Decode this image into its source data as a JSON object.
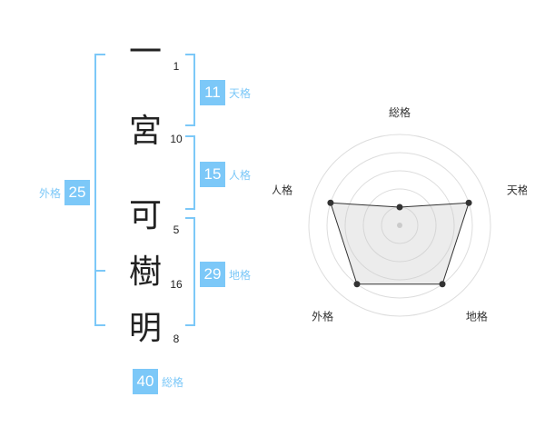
{
  "accent_color": "#7cc8f8",
  "characters": [
    {
      "char": "一",
      "strokes": "1"
    },
    {
      "char": "宮",
      "strokes": "10"
    },
    {
      "char": "可",
      "strokes": "5"
    },
    {
      "char": "樹",
      "strokes": "16"
    },
    {
      "char": "明",
      "strokes": "8"
    }
  ],
  "grades": {
    "tenkaku": {
      "value": "11",
      "label": "天格"
    },
    "jinkaku": {
      "value": "15",
      "label": "人格"
    },
    "chikaku": {
      "value": "29",
      "label": "地格"
    },
    "gaikaku": {
      "value": "25",
      "label": "外格"
    },
    "soukaku": {
      "value": "40",
      "label": "総格"
    }
  },
  "chart_data": {
    "type": "radar",
    "axes": [
      "総格",
      "天格",
      "地格",
      "外格",
      "人格"
    ],
    "values": [
      1,
      4,
      4,
      4,
      4
    ],
    "range": [
      0,
      5
    ],
    "rings": 5,
    "grid": true
  }
}
